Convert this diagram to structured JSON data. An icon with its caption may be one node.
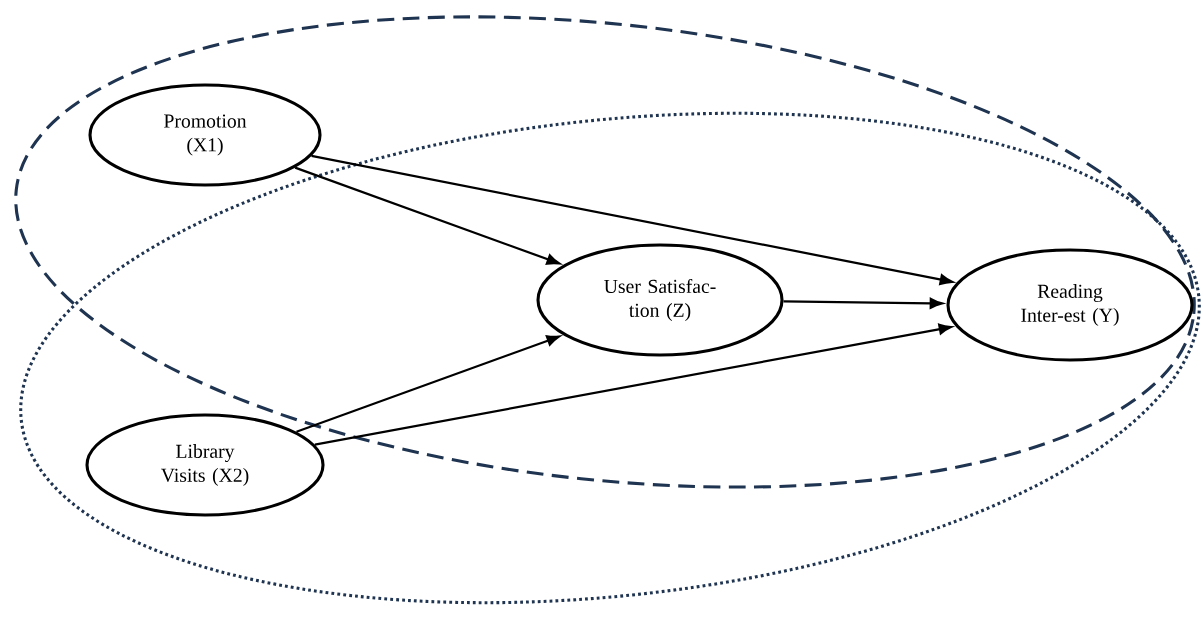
{
  "diagram": {
    "nodes": [
      {
        "text": [
          "Promotion (X1)"
        ]
      },
      {
        "text": [
          "User Satisfac-tion (Z)"
        ]
      },
      {
        "text": [
          "Reading Inter-est (Y)"
        ]
      },
      {
        "text": [
          "Library Visits (X2)"
        ]
      }
    ],
    "edges": [
      {
        "from": 0,
        "to": 1,
        "arrow": "to"
      },
      {
        "from": 0,
        "to": 2,
        "arrow": "to"
      },
      {
        "from": 1,
        "to": 2,
        "arrow": "to"
      },
      {
        "from": 3,
        "to": 1,
        "arrow": "to"
      },
      {
        "from": 3,
        "to": 2,
        "arrow": "to"
      }
    ]
  }
}
